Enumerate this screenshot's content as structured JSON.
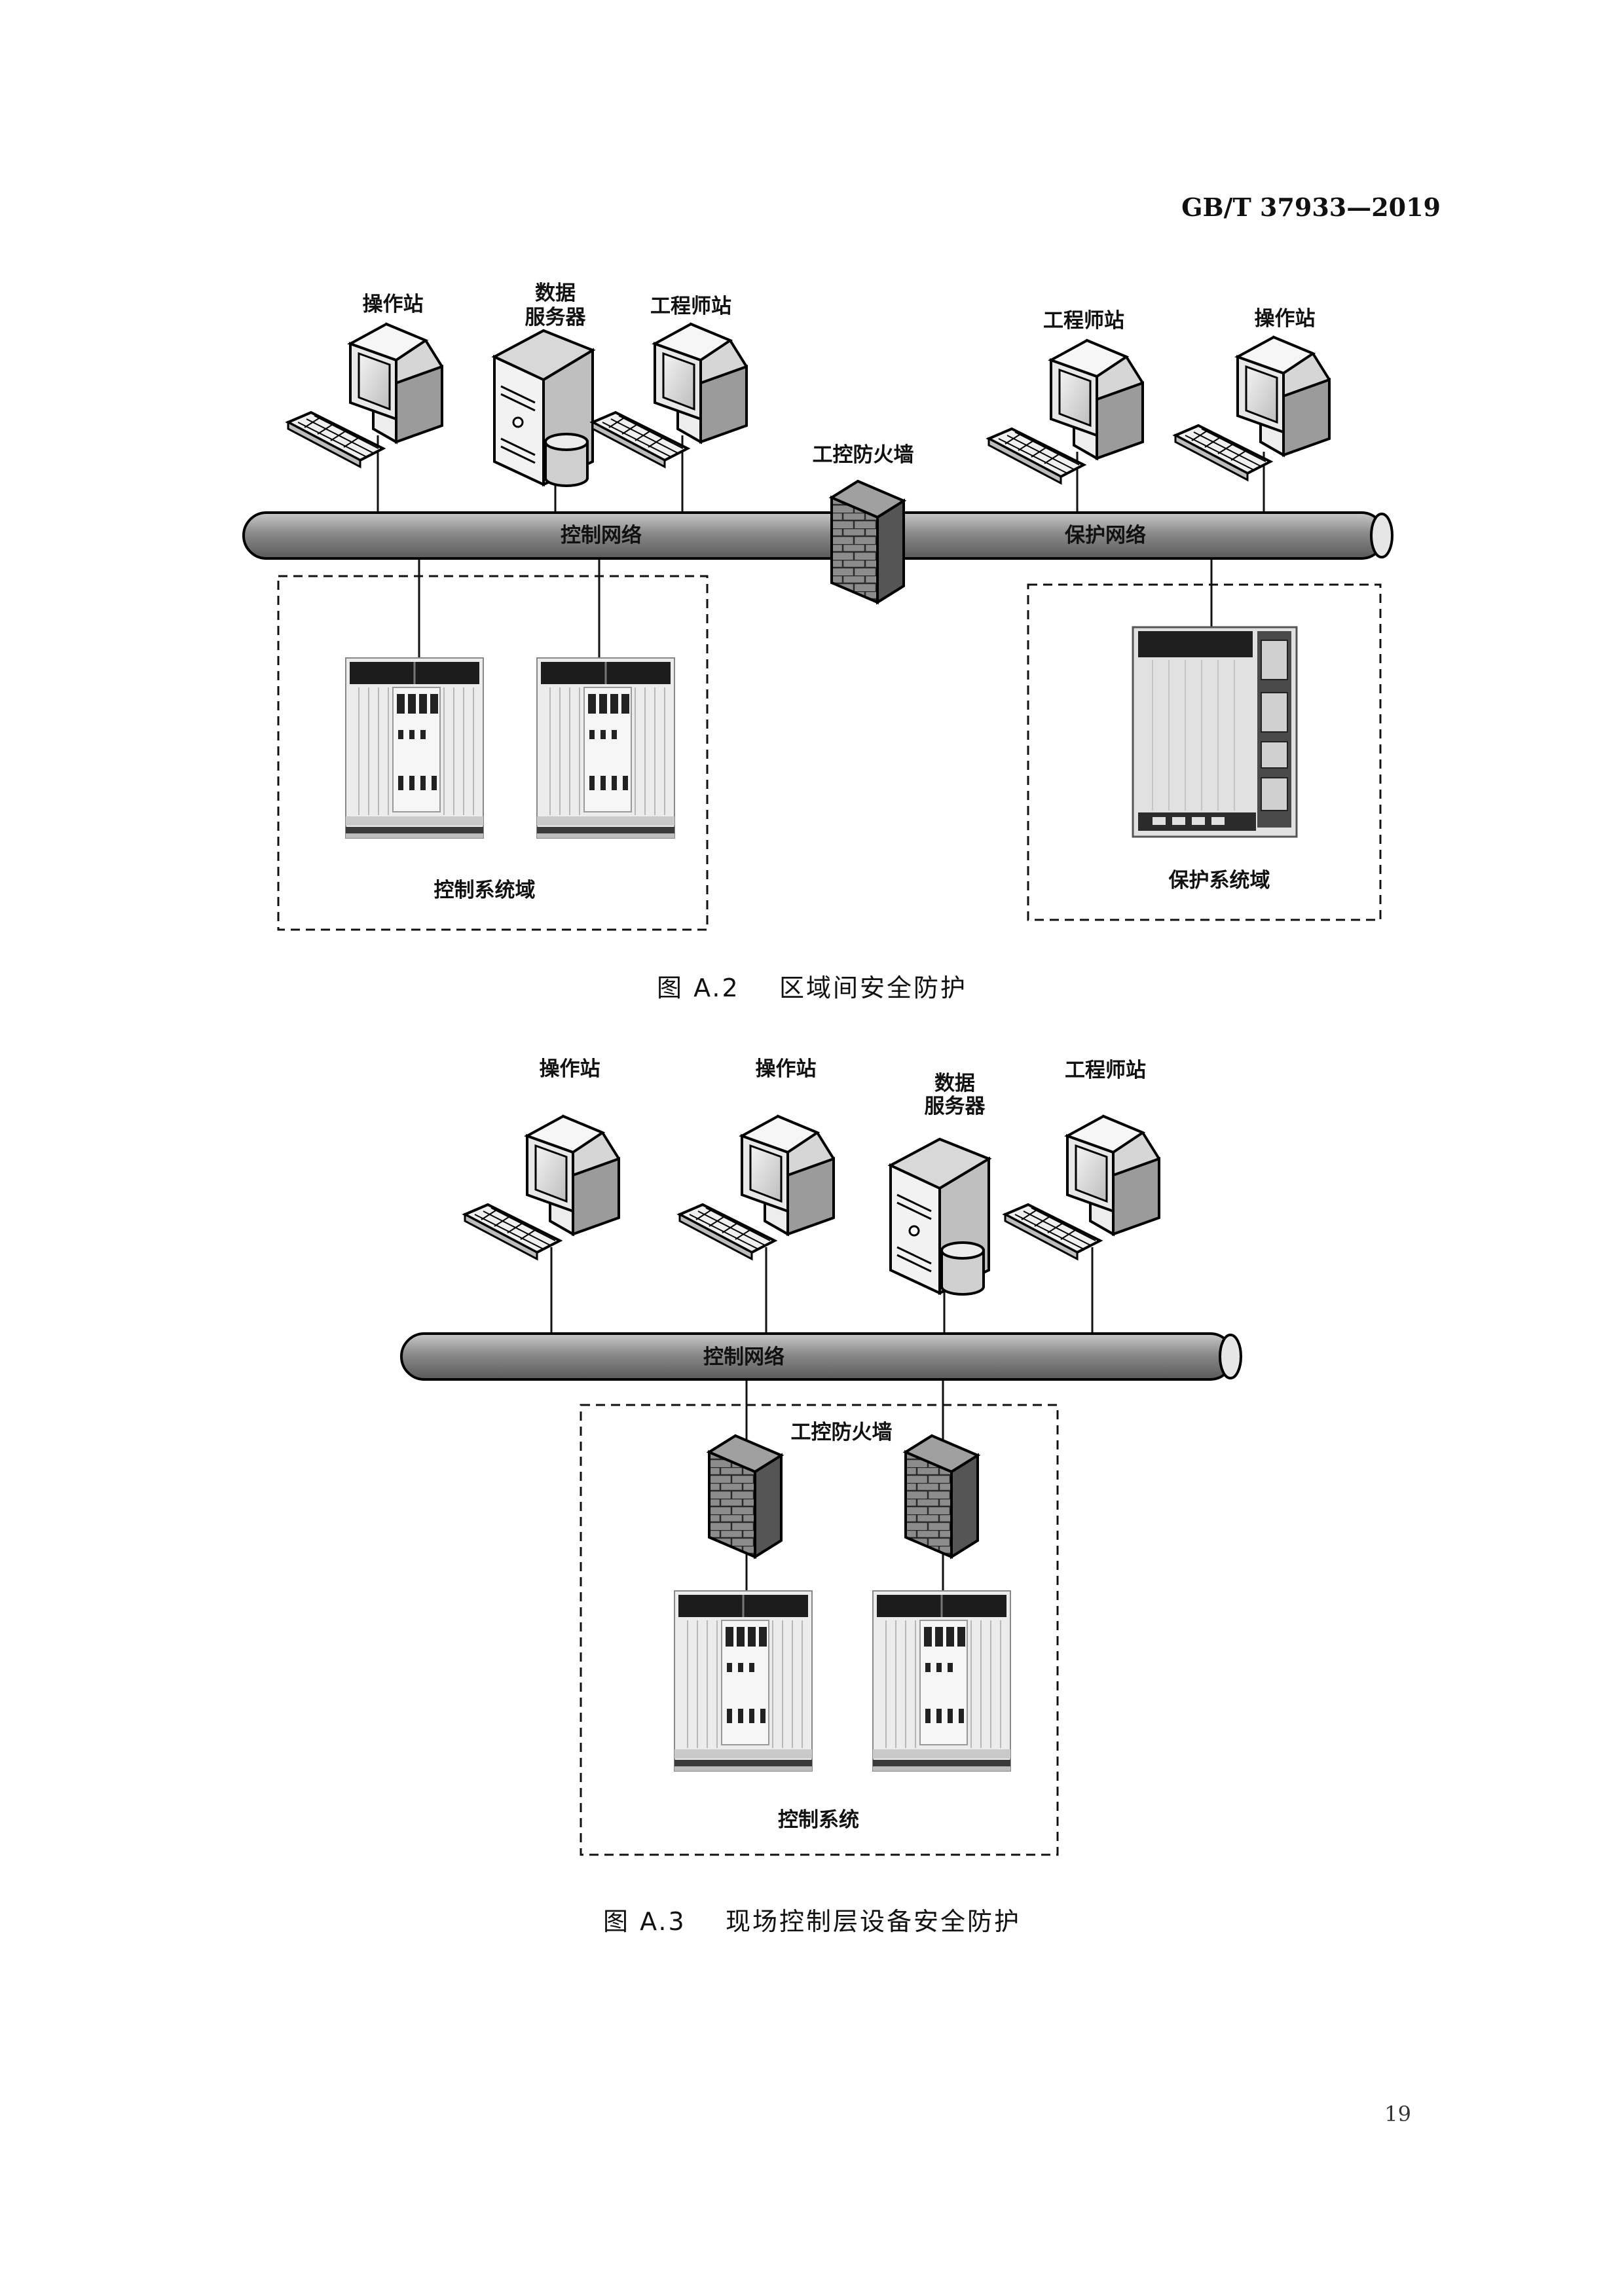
{
  "header": {
    "standard_code": "GB/T 37933—2019"
  },
  "page_number": "19",
  "figure_a2": {
    "caption": "图 A.2    区域间安全防护",
    "left_network_label": "控制网络",
    "right_network_label": "保护网络",
    "firewall_label": "工控防火墙",
    "nodes": {
      "operator_station": "操作站",
      "data_server_line1": "数据",
      "data_server_line2": "服务器",
      "engineer_station": "工程师站",
      "right_engineer_station": "工程师站",
      "right_operator_station": "操作站"
    },
    "control_domain_label": "控制系统域",
    "protection_domain_label": "保护系统域"
  },
  "figure_a3": {
    "caption": "图 A.3    现场控制层设备安全防护",
    "network_label": "控制网络",
    "firewall_label": "工控防火墙",
    "nodes": {
      "operator_station_1": "操作站",
      "operator_station_2": "操作站",
      "data_server_line1": "数据",
      "data_server_line2": "服务器",
      "engineer_station": "工程师站"
    },
    "control_system_label": "控制系统"
  }
}
